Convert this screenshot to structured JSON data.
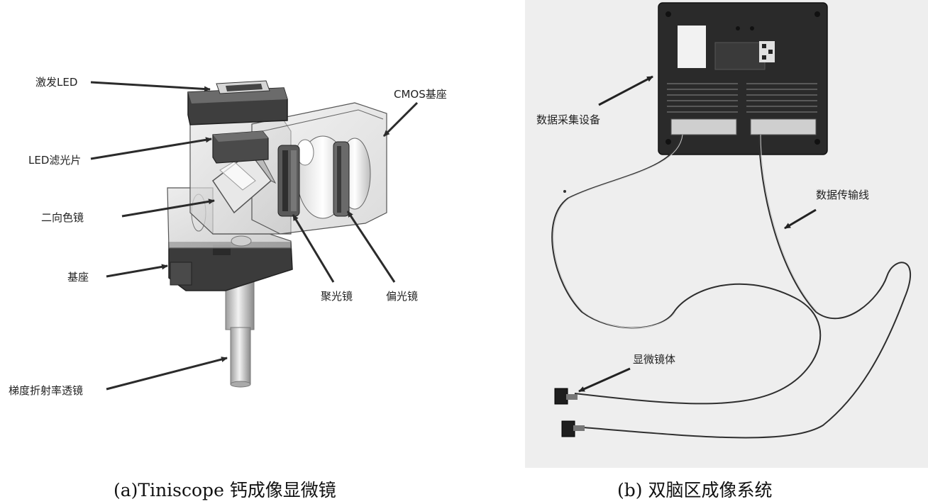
{
  "panel_a": {
    "labels": {
      "excitation_led": "激发LED",
      "led_filter": "LED滤光片",
      "dichroic_mirror": "二向色镜",
      "base": "基座",
      "grin_lens": "梯度折射率透镜",
      "cmos_base": "CMOS基座",
      "condenser_lens": "聚光镜",
      "polarizer": "偏光镜"
    },
    "caption": "(a)Tiniscope 钙成像显微镜"
  },
  "panel_b": {
    "labels": {
      "data_acquisition": "数据采集设备",
      "data_cable": "数据传输线",
      "microscope_body": "显微镜体"
    },
    "caption": "(b) 双脑区成像系统"
  }
}
